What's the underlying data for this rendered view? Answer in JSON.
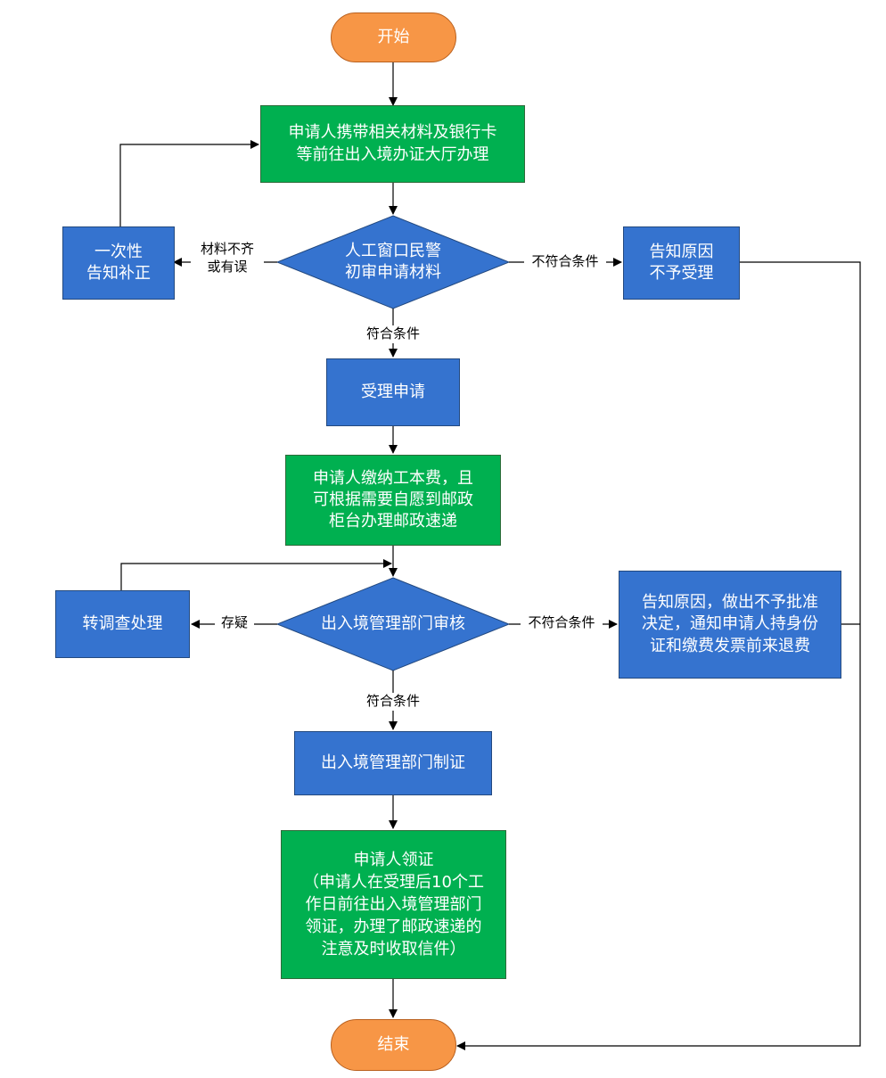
{
  "nodes": {
    "start": "开始",
    "step1": [
      "申请人携带相关材料及银行卡",
      "等前往出入境办证大厅办理"
    ],
    "review1": [
      "人工窗口民警",
      "初审申请材料"
    ],
    "notify_correction": [
      "一次性",
      "告知补正"
    ],
    "reject1": [
      "告知原因",
      "不予受理"
    ],
    "accept": "受理申请",
    "pay": [
      "申请人缴纳工本费，且",
      "可根据需要自愿到邮政",
      "柜台办理邮政速递"
    ],
    "review2": "出入境管理部门审核",
    "investigate": "转调查处理",
    "reject2": [
      "告知原因，做出不予批准",
      "决定，通知申请人持身份",
      "证和缴费发票前来退费"
    ],
    "make_cert": "出入境管理部门制证",
    "collect": [
      "申请人领证",
      "（申请人在受理后10个工",
      "作日前往出入境管理部门",
      "领证，办理了邮政速递的",
      "注意及时收取信件）"
    ],
    "end": "结束"
  },
  "edge_labels": {
    "materials_incomplete": [
      "材料不齐",
      "或有误"
    ],
    "not_eligible_1": "不符合条件",
    "eligible_1": "符合条件",
    "doubt": "存疑",
    "not_eligible_2": "不符合条件",
    "eligible_2": "符合条件"
  },
  "colors": {
    "terminal": "#f79646",
    "process_green": "#00b050",
    "process_blue": "#3573cf",
    "line": "#000000"
  }
}
